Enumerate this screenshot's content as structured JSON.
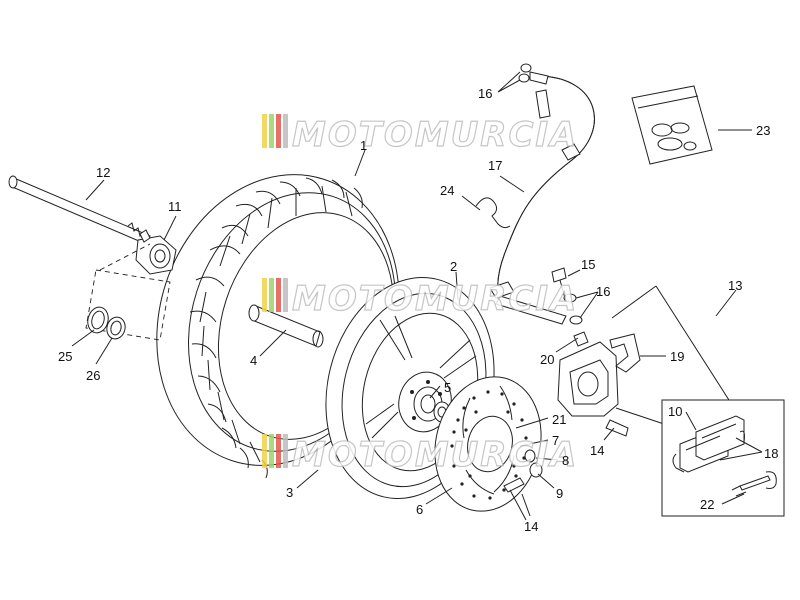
{
  "watermark": {
    "text": "MOTOMURCIA",
    "colors": [
      "#f2d24b",
      "#9fd36b",
      "#e2574c",
      "#bdbdbd"
    ]
  },
  "labels": [
    {
      "id": "1",
      "text": "1"
    },
    {
      "id": "2",
      "text": "2"
    },
    {
      "id": "3",
      "text": "3"
    },
    {
      "id": "4",
      "text": "4"
    },
    {
      "id": "5",
      "text": "5"
    },
    {
      "id": "6",
      "text": "6"
    },
    {
      "id": "7",
      "text": "7"
    },
    {
      "id": "8",
      "text": "8"
    },
    {
      "id": "9",
      "text": "9"
    },
    {
      "id": "10",
      "text": "10"
    },
    {
      "id": "11",
      "text": "11"
    },
    {
      "id": "12",
      "text": "12"
    },
    {
      "id": "13",
      "text": "13"
    },
    {
      "id": "14a",
      "text": "14"
    },
    {
      "id": "14b",
      "text": "14"
    },
    {
      "id": "15",
      "text": "15"
    },
    {
      "id": "16a",
      "text": "16"
    },
    {
      "id": "16b",
      "text": "16"
    },
    {
      "id": "17",
      "text": "17"
    },
    {
      "id": "18",
      "text": "18"
    },
    {
      "id": "19",
      "text": "19"
    },
    {
      "id": "20",
      "text": "20"
    },
    {
      "id": "21",
      "text": "21"
    },
    {
      "id": "22",
      "text": "22"
    },
    {
      "id": "23",
      "text": "23"
    },
    {
      "id": "24",
      "text": "24"
    },
    {
      "id": "25",
      "text": "25"
    },
    {
      "id": "26",
      "text": "26"
    }
  ]
}
